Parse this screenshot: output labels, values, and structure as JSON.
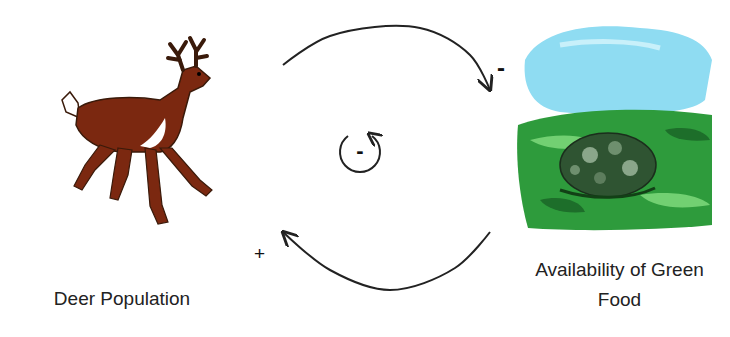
{
  "diagram": {
    "nodes": [
      {
        "text": [
          "Deer Population"
        ]
      },
      {
        "text": [
          "Availability of Green Food"
        ]
      }
    ],
    "edges": [
      {
        "from": 0,
        "to": 1,
        "arrow": "to",
        "label": "-"
      },
      {
        "from": 1,
        "to": 0,
        "arrow": "to",
        "label": "+"
      }
    ],
    "labels": [
      "-"
    ]
  }
}
